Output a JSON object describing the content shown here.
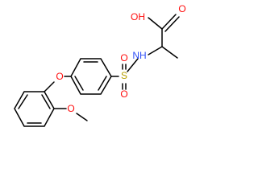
{
  "molecule": {
    "atoms": {
      "hydroxyl": "OH",
      "carbonyl_oxygen": "O",
      "amine": "NH",
      "sulfur": "S",
      "sulfonyl_oxygen_top": "O",
      "sulfonyl_oxygen_bottom": "O",
      "ether_oxygen": "O",
      "methoxy_oxygen": "O"
    }
  },
  "colors": {
    "bond": "#000000",
    "oxygen": "#ff0d0d",
    "nitrogen": "#3050f8",
    "sulfur": "#b8a000",
    "background": "#ffffff"
  }
}
